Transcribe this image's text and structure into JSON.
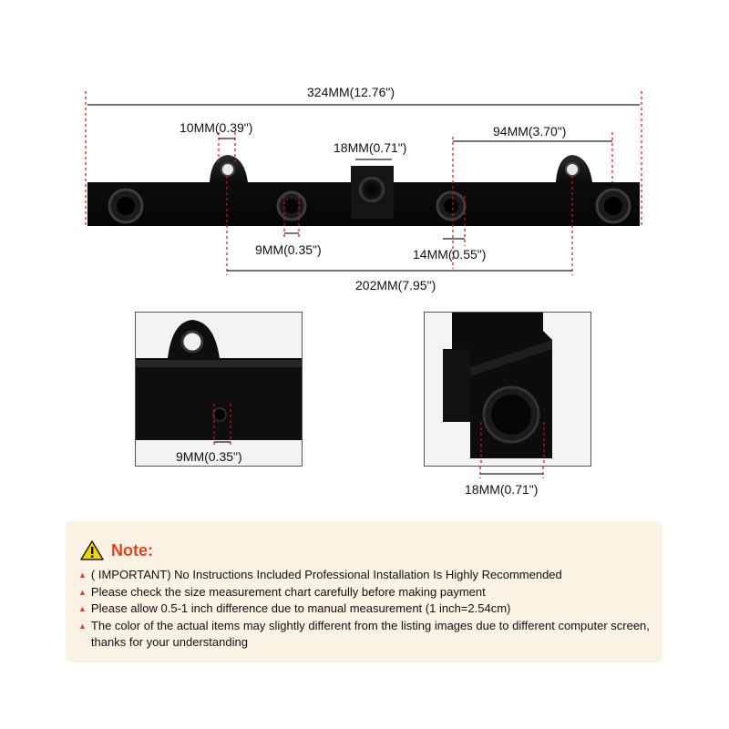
{
  "dimensions": {
    "overall_length": "324MM(12.76\")",
    "mount_hole": "10MM(0.39\")",
    "center_port": "18MM(0.71\")",
    "end_spacing": "94MM(3.70\")",
    "small_port": "9MM(0.35\")",
    "injector_port": "14MM(0.55\")",
    "mount_spacing": "202MM(7.95\")"
  },
  "detail_left": {
    "label": "9MM(0.35\")"
  },
  "detail_right": {
    "label": "18MM(0.71\")"
  },
  "colors": {
    "accent": "#d8461f",
    "dimension_line": "#d0121a",
    "part": "#0c0c0c",
    "note_bg": "#fbf2e6",
    "warning": "#f5d20a"
  },
  "note": {
    "title": "Note:",
    "icon": "warning-icon",
    "items": [
      "( IMPORTANT) No Instructions Included Professional Installation Is Highly Recommended",
      "Please check the size measurement chart carefully before making payment",
      "Please allow 0.5-1 inch difference due to manual measurement (1 inch=2.54cm)",
      "The color of the actual items may slightly different from the listing images due to different computer screen, thanks for your understanding"
    ]
  }
}
